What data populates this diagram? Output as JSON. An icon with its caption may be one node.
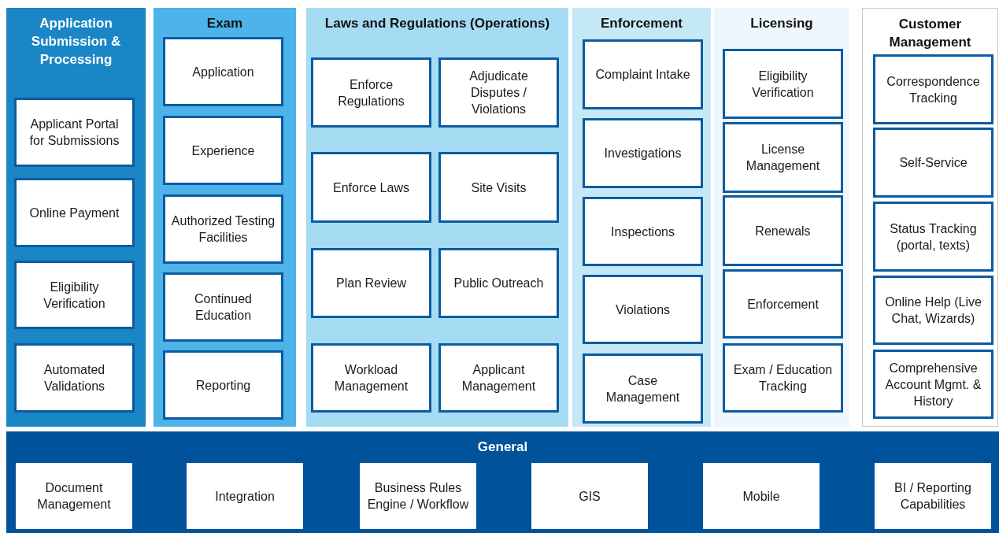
{
  "diagram": {
    "nodes": [
      {
        "text": [
          "Application Submission & Processing"
        ]
      },
      {
        "text": [
          "Applicant Portal for Submissions"
        ],
        "in": 0
      },
      {
        "text": [
          "Online Payment"
        ],
        "in": 0
      },
      {
        "text": [
          "Eligibility Verification"
        ],
        "in": 0
      },
      {
        "text": [
          "Automated Validations"
        ],
        "in": 0
      },
      {
        "text": [
          "Exam"
        ]
      },
      {
        "text": [
          "Application"
        ],
        "in": 5
      },
      {
        "text": [
          "Experience"
        ],
        "in": 5
      },
      {
        "text": [
          "Authorized Testing Facilities"
        ],
        "in": 5
      },
      {
        "text": [
          "Continued Education"
        ],
        "in": 5
      },
      {
        "text": [
          "Reporting"
        ],
        "in": 5
      },
      {
        "text": [
          "Laws and Regulations (Operations)"
        ]
      },
      {
        "text": [
          "Enforce Regulations"
        ],
        "in": 11
      },
      {
        "text": [
          "Adjudicate Disputes / Violations"
        ],
        "in": 11
      },
      {
        "text": [
          "Enforce Laws"
        ],
        "in": 11
      },
      {
        "text": [
          "Site Visits"
        ],
        "in": 11
      },
      {
        "text": [
          "Plan Review"
        ],
        "in": 11
      },
      {
        "text": [
          "Public Outreach"
        ],
        "in": 11
      },
      {
        "text": [
          "Workload Management"
        ],
        "in": 11
      },
      {
        "text": [
          "Applicant Management"
        ],
        "in": 11
      },
      {
        "text": [
          "Enforcement"
        ]
      },
      {
        "text": [
          "Complaint Intake"
        ],
        "in": 20
      },
      {
        "text": [
          "Investigations"
        ],
        "in": 20
      },
      {
        "text": [
          "Inspections"
        ],
        "in": 20
      },
      {
        "text": [
          "Violations"
        ],
        "in": 20
      },
      {
        "text": [
          "Case Management"
        ],
        "in": 20
      },
      {
        "text": [
          "Licensing"
        ]
      },
      {
        "text": [
          "Eligibility Verification"
        ],
        "in": 26
      },
      {
        "text": [
          "License Management"
        ],
        "in": 26
      },
      {
        "text": [
          "Renewals"
        ],
        "in": 26
      },
      {
        "text": [
          "Enforcement"
        ],
        "in": 26
      },
      {
        "text": [
          "Exam / Education Tracking"
        ],
        "in": 26
      },
      {
        "text": [
          "Customer Management"
        ]
      },
      {
        "text": [
          "Correspondence Tracking"
        ],
        "in": 32
      },
      {
        "text": [
          "Self-Service"
        ],
        "in": 32
      },
      {
        "text": [
          "Status Tracking (portal, texts)"
        ],
        "in": 32
      },
      {
        "text": [
          "Online Help (Live Chat, Wizards)"
        ],
        "in": 32
      },
      {
        "text": [
          "Comprehensive Account Mgmt. & History"
        ],
        "in": 32
      },
      {
        "text": [
          "General"
        ]
      },
      {
        "text": [
          "Document Management"
        ],
        "in": 38
      },
      {
        "text": [
          "Integration"
        ],
        "in": 38
      },
      {
        "text": [
          "Business Rules Engine / Workflow"
        ],
        "in": 38
      },
      {
        "text": [
          "GIS"
        ],
        "in": 38
      },
      {
        "text": [
          "Mobile"
        ],
        "in": 38
      },
      {
        "text": [
          "BI / Reporting Capabilities"
        ],
        "in": 38
      }
    ]
  }
}
